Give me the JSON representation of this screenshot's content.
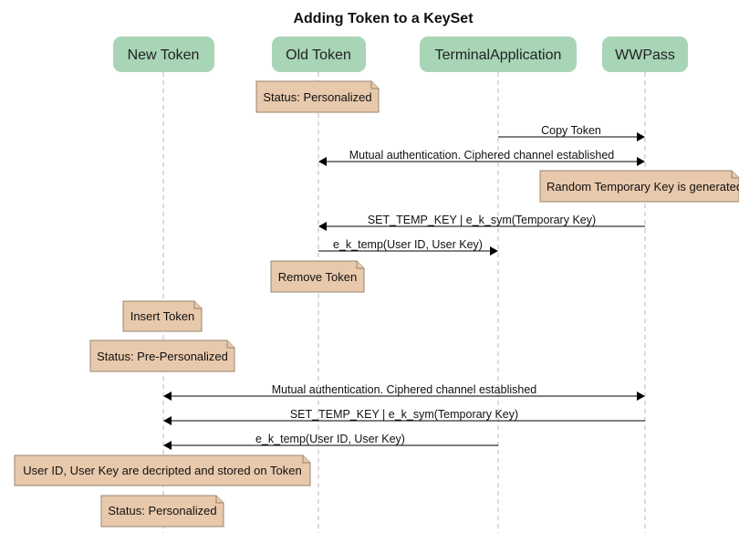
{
  "title": "Adding Token to a KeySet",
  "colors": {
    "participant_fill": "#a8d5b6",
    "note_fill": "#e8c9ac",
    "lifeline": "#b9b9b9"
  },
  "participants": [
    {
      "id": "new-token",
      "label": "New Token"
    },
    {
      "id": "old-token",
      "label": "Old Token"
    },
    {
      "id": "terminal-application",
      "label": "TerminalApplication"
    },
    {
      "id": "wwpass",
      "label": "WWPass"
    }
  ],
  "steps": [
    {
      "kind": "note",
      "over": "old-token",
      "text": "Status: Personalized"
    },
    {
      "kind": "message",
      "from": "terminal-application",
      "to": "wwpass",
      "text": "Copy Token"
    },
    {
      "kind": "message",
      "from": "old-token",
      "to": "wwpass",
      "bidirectional": true,
      "text": "Mutual authentication. Ciphered channel established"
    },
    {
      "kind": "note",
      "over": "wwpass",
      "text": "Random Temporary Key is generated"
    },
    {
      "kind": "message",
      "from": "wwpass",
      "to": "old-token",
      "text": "SET_TEMP_KEY | e_k_sym(Temporary Key)"
    },
    {
      "kind": "message",
      "from": "old-token",
      "to": "terminal-application",
      "text": "e_k_temp(User ID, User Key)"
    },
    {
      "kind": "note",
      "over": "old-token",
      "text": "Remove Token"
    },
    {
      "kind": "note",
      "over": "new-token",
      "text": "Insert Token"
    },
    {
      "kind": "note",
      "over": "new-token",
      "text": "Status: Pre-Personalized"
    },
    {
      "kind": "message",
      "from": "new-token",
      "to": "wwpass",
      "bidirectional": true,
      "text": "Mutual authentication. Ciphered channel established"
    },
    {
      "kind": "message",
      "from": "wwpass",
      "to": "new-token",
      "text": "SET_TEMP_KEY | e_k_sym(Temporary Key)"
    },
    {
      "kind": "message",
      "from": "terminal-application",
      "to": "new-token",
      "text": "e_k_temp(User ID, User Key)"
    },
    {
      "kind": "note",
      "over": "new-token",
      "text": "User ID, User Key are decripted and stored on Token"
    },
    {
      "kind": "note",
      "over": "new-token",
      "text": "Status: Personalized"
    }
  ]
}
